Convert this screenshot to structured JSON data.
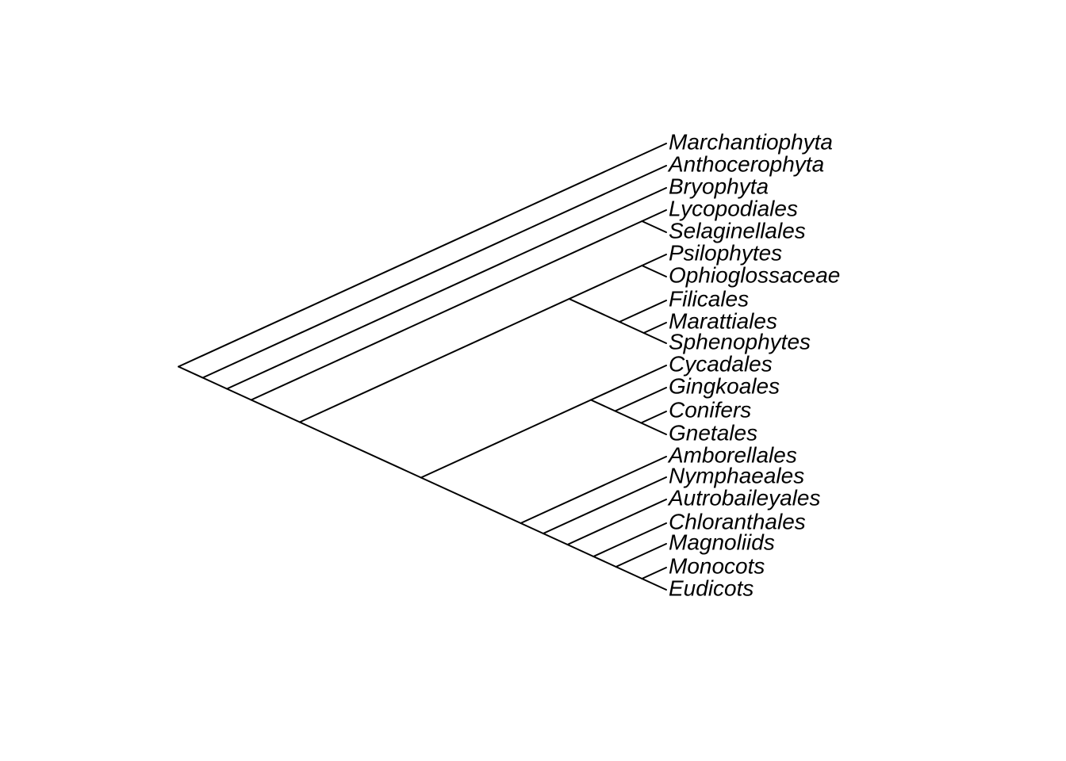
{
  "tree": {
    "type": "cladogram",
    "taxa": [
      "Marchantiophyta",
      "Anthocerophyta",
      "Bryophyta",
      "Lycopodiales",
      "Selaginellales",
      "Psilophytes",
      "Ophioglossaceae",
      "Filicales",
      "Marattiales",
      "Sphenophytes",
      "Cycadales",
      "Gingkoales",
      "Conifers",
      "Gnetales",
      "Amborellales",
      "Nymphaeales",
      "Autrobaileyales",
      "Chloranthales",
      "Magnoliids",
      "Monocots",
      "Eudicots"
    ],
    "newick": "(Marchantiophyta,(Anthocerophyta,(Bryophyta,((Lycopodiales,Selaginellales),(((Psilophytes,Ophioglossaceae),(Filicales,(Marattiales,Sphenophytes))),((Cycadales,(Gingkoales,(Conifers,Gnetales))),(Amborellales,(Nymphaeales,(Autrobaileyales,(Chloranthales,(Magnoliids,(Monocots,Eudicots))))))))))));",
    "line_color": "#000000"
  }
}
